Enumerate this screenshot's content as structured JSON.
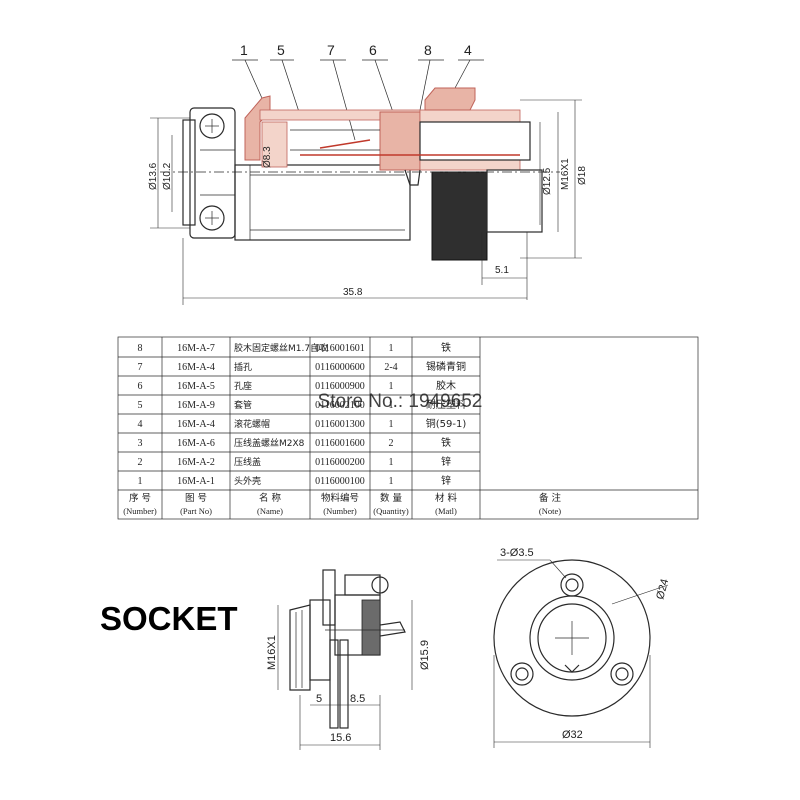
{
  "callouts": [
    "1",
    "5",
    "7",
    "6",
    "8",
    "4"
  ],
  "dims_top": {
    "d13_6": "Ø13.6",
    "d10_2": "Ø10.2",
    "d8_3": "Ø8.3",
    "d12_5": "Ø12.5",
    "m16": "M16X1",
    "d18": "Ø18",
    "len5_1": "5.1",
    "len35_8": "35.8"
  },
  "watermark": "Store No.: 1949652",
  "table": {
    "rows": [
      {
        "no": "8",
        "part": "16M-A-7",
        "name": "胶木固定螺丝M1.7自攻",
        "code": "0116001601",
        "qty": "1",
        "mat": "铁"
      },
      {
        "no": "7",
        "part": "16M-A-4",
        "name": "插孔",
        "code": "0116000600",
        "qty": "2-4",
        "mat": "锡磷青铜"
      },
      {
        "no": "6",
        "part": "16M-A-5",
        "name": "孔座",
        "code": "0116000900",
        "qty": "1",
        "mat": "胶木"
      },
      {
        "no": "5",
        "part": "16M-A-9",
        "name": "套管",
        "code": "0116002100",
        "qty": "1",
        "mat": "耐压塑料"
      },
      {
        "no": "4",
        "part": "16M-A-4",
        "name": "滚花螺帽",
        "code": "0116001300",
        "qty": "1",
        "mat": "铜(59-1)"
      },
      {
        "no": "3",
        "part": "16M-A-6",
        "name": "压线盖螺丝M2X8",
        "code": "0116001600",
        "qty": "2",
        "mat": "铁"
      },
      {
        "no": "2",
        "part": "16M-A-2",
        "name": "压线盖",
        "code": "0116000200",
        "qty": "1",
        "mat": "锌"
      },
      {
        "no": "1",
        "part": "16M-A-1",
        "name": "头外壳",
        "code": "0116000100",
        "qty": "1",
        "mat": "锌"
      }
    ],
    "header": {
      "no": "序 号",
      "no_en": "(Number)",
      "part": "图 号",
      "part_en": "(Part No)",
      "name": "名 称",
      "name_en": "(Name)",
      "code": "物料编号",
      "code_en": "(Number)",
      "qty": "数 量",
      "qty_en": "(Quantity)",
      "mat": "材 料",
      "mat_en": "(Matl)",
      "note": "备 注",
      "note_en": "(Note)"
    }
  },
  "socket_label": "SOCKET",
  "dims_socket": {
    "m16": "M16X1",
    "d15_9": "Ø15.9",
    "len5": "5",
    "len8_5": "8.5",
    "len15_6": "15.6"
  },
  "dims_flange": {
    "holes": "3-Ø3.5",
    "d24": "Ø24",
    "d32": "Ø32"
  }
}
